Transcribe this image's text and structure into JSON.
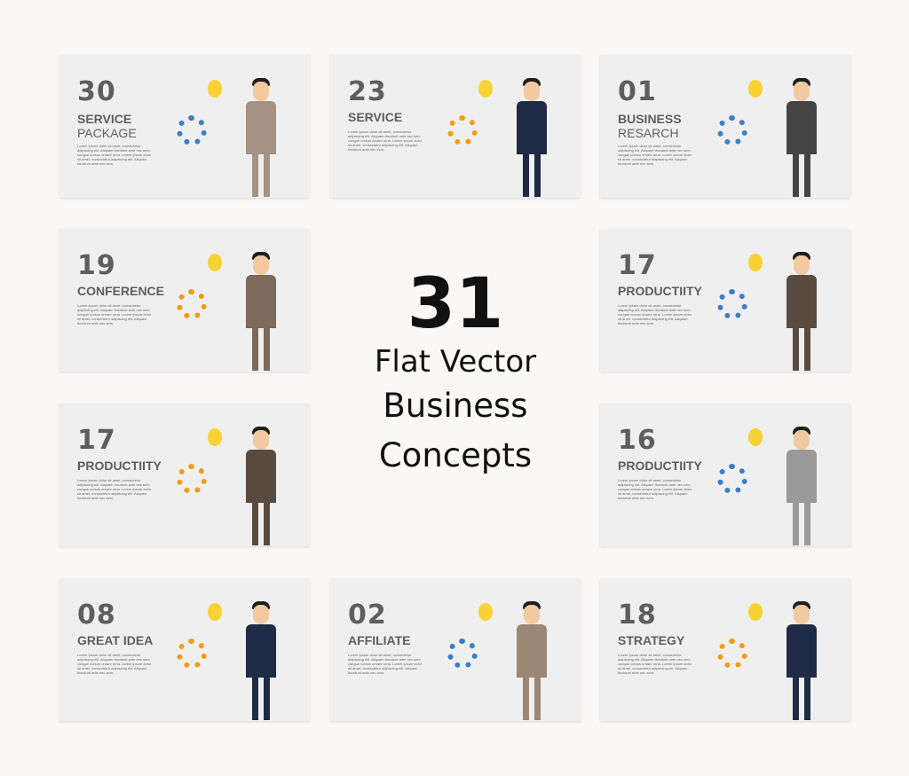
{
  "title": {
    "number": "31",
    "line1": "Flat Vector",
    "line2": "Business",
    "line3": "Concepts"
  },
  "lorem": "Lorem Ipsum dolor sit amet, consectetur adipiscing elit. Aliquam tincidunt ante nec sem congue cursus ornare urna. Lorem ipsum dolor sit amet, consectetur adipiscing elit. Aliquam tincidunt ante nec sem.",
  "cards": [
    {
      "number": "30",
      "title": "SERVICE",
      "subtitle": "PACKAGE"
    },
    {
      "number": "23",
      "title": "SERVICE",
      "subtitle": ""
    },
    {
      "number": "01",
      "title": "BUSINESS",
      "subtitle": "RESARCH"
    },
    {
      "number": "19",
      "title": "CONFERENCE",
      "subtitle": ""
    },
    {
      "number": "17",
      "title": "PRODUCTIITY",
      "subtitle": ""
    },
    {
      "number": "17",
      "title": "PRODUCTIITY",
      "subtitle": ""
    },
    {
      "number": "16",
      "title": "PRODUCTIITY",
      "subtitle": ""
    },
    {
      "number": "08",
      "title": "GREAT IDEA",
      "subtitle": ""
    },
    {
      "number": "02",
      "title": "AFFILIATE",
      "subtitle": ""
    },
    {
      "number": "18",
      "title": "STRATEGY",
      "subtitle": ""
    }
  ],
  "colors": {
    "card": "#efefef",
    "text": "#5e5e5e",
    "suit": "#1f2a44",
    "accent": "#f39c12"
  }
}
